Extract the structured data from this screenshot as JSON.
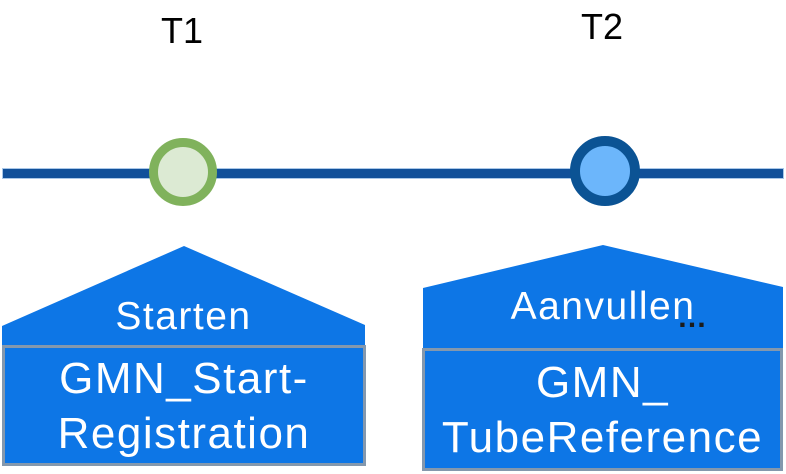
{
  "diagram": {
    "type": "timeline",
    "markers": [
      {
        "time_label": "T1",
        "action_label": "Starten",
        "message_line1": "GMN_Start-",
        "message_line2": "Registration"
      },
      {
        "time_label": "T2",
        "action_label": "Aanvullen",
        "ellipsis": "…",
        "message_line1": "GMN_",
        "message_line2": "TubeReference"
      }
    ],
    "colors": {
      "shape_blue": "#0D76E6",
      "box_border_gray": "#8498AD",
      "timeline_blue": "#11509A",
      "timeline_edge": "#A9C7E8",
      "t1_circle_fill": "#DCEAD3",
      "t1_circle_border": "#80B25C",
      "t2_circle_fill": "#6CB6FB",
      "t2_circle_border": "#0B5394",
      "text_white": "#FFFFFF",
      "text_black": "#000000"
    }
  }
}
